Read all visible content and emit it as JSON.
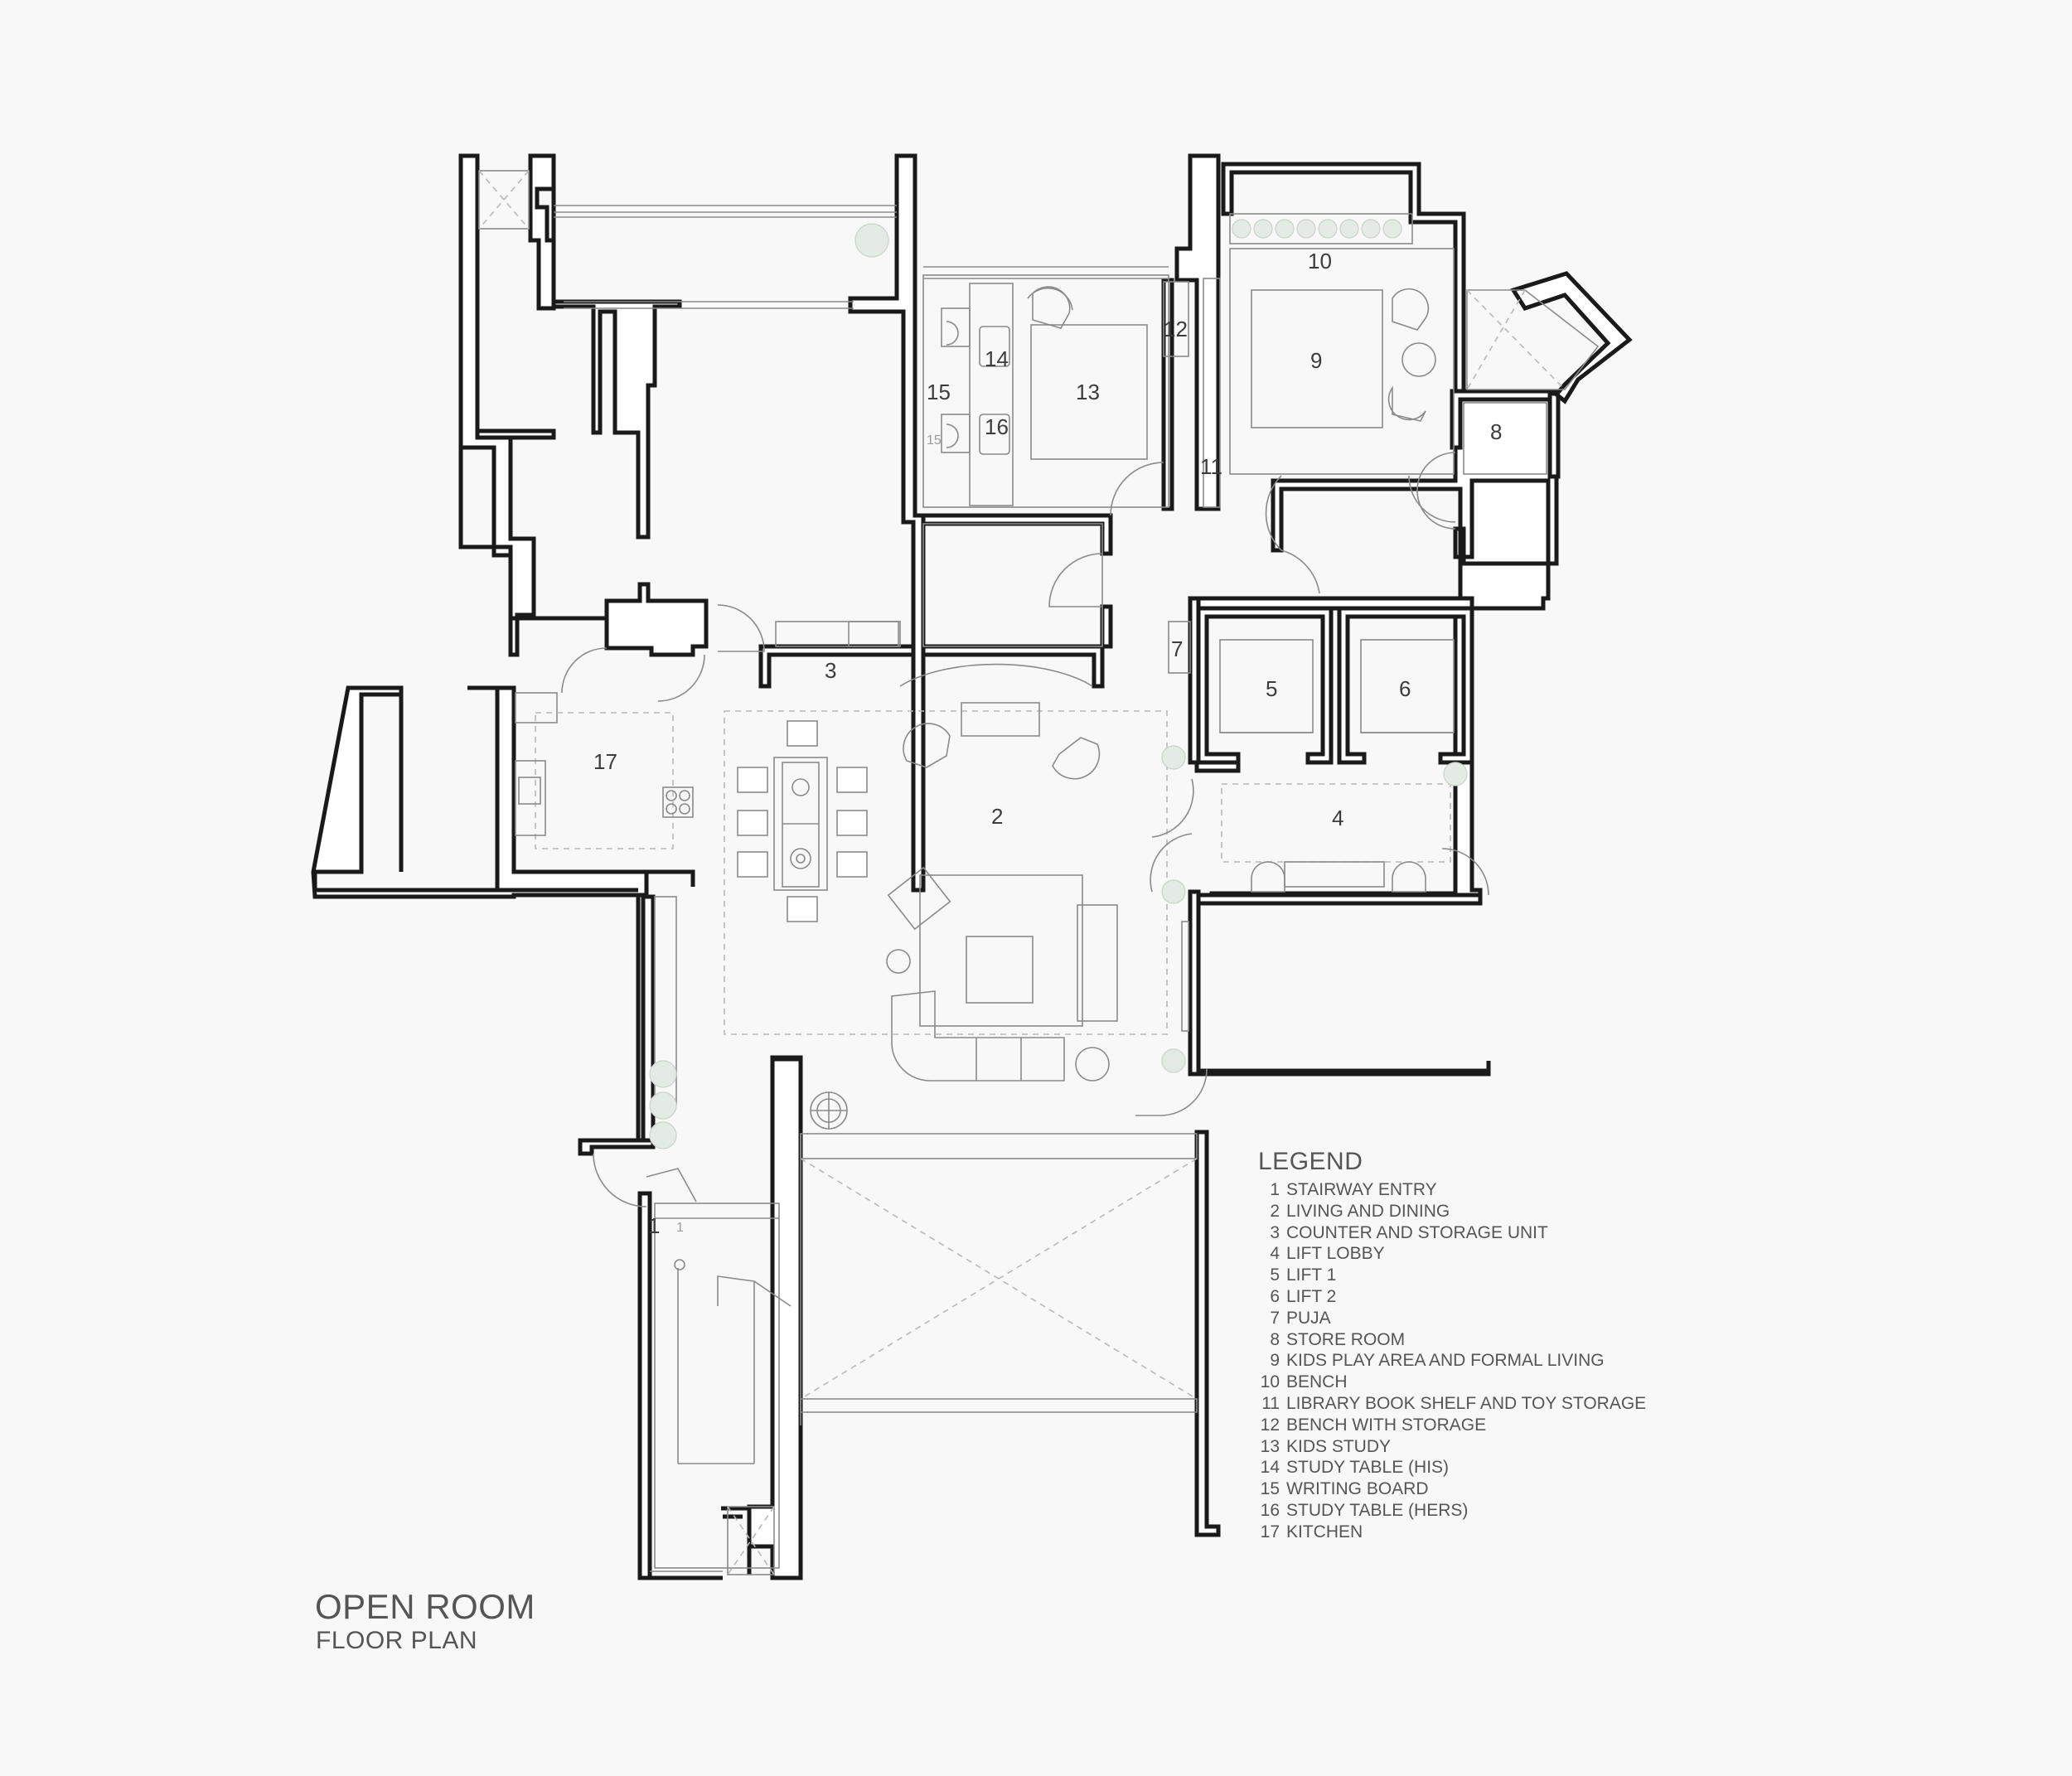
{
  "title": "OPEN ROOM",
  "subtitle": "FLOOR PLAN",
  "legend": {
    "heading": "LEGEND",
    "items": [
      {
        "num": "1",
        "text": "STAIRWAY ENTRY"
      },
      {
        "num": "2",
        "text": "LIVING AND DINING"
      },
      {
        "num": "3",
        "text": "COUNTER AND STORAGE UNIT"
      },
      {
        "num": "4",
        "text": "LIFT LOBBY"
      },
      {
        "num": "5",
        "text": "LIFT 1"
      },
      {
        "num": "6",
        "text": "LIFT 2"
      },
      {
        "num": "7",
        "text": "PUJA"
      },
      {
        "num": "8",
        "text": "STORE ROOM"
      },
      {
        "num": "9",
        "text": "KIDS PLAY AREA AND FORMAL LIVING"
      },
      {
        "num": "10",
        "text": "BENCH"
      },
      {
        "num": "11",
        "text": "LIBRARY BOOK SHELF AND TOY STORAGE"
      },
      {
        "num": "12",
        "text": "BENCH WITH STORAGE"
      },
      {
        "num": "13",
        "text": "KIDS STUDY"
      },
      {
        "num": "14",
        "text": "STUDY TABLE (HIS)"
      },
      {
        "num": "15",
        "text": "WRITING BOARD"
      },
      {
        "num": "16",
        "text": "STUDY TABLE (HERS)"
      },
      {
        "num": "17",
        "text": "KITCHEN"
      }
    ]
  },
  "room_labels": {
    "r1": "1",
    "r1_small": "1",
    "r2": "2",
    "r3": "3",
    "r4": "4",
    "r5": "5",
    "r6": "6",
    "r7": "7",
    "r8": "8",
    "r9": "9",
    "r10": "10",
    "r11": "11",
    "r12": "12",
    "r13": "13",
    "r14": "14",
    "r15": "15",
    "r15_small": "15",
    "r16": "16",
    "r17": "17"
  }
}
